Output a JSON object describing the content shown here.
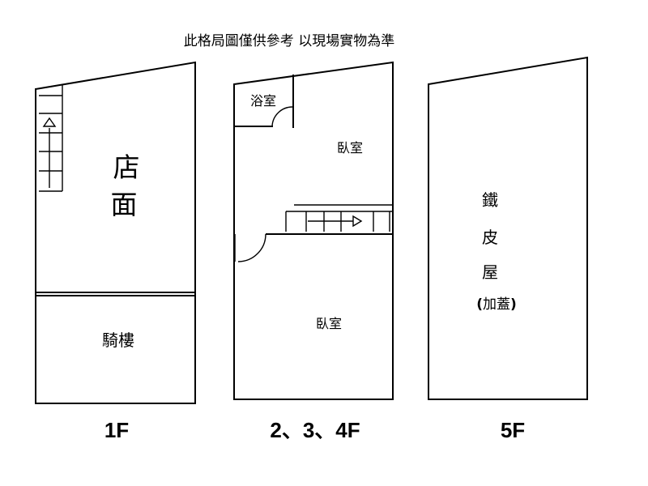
{
  "disclaimer": "此格局圖僅供參考 以現場實物為準",
  "floors": {
    "f1": {
      "label": "1F",
      "store_line1": "店",
      "store_line2": "面",
      "arcade": "騎樓"
    },
    "f234": {
      "label": "2、3、4F",
      "bathroom": "浴室",
      "bedroom_upper": "臥室",
      "bedroom_lower": "臥室"
    },
    "f5": {
      "label": "5F",
      "shed_line1": "鐵",
      "shed_line2": "皮",
      "shed_line3": "屋",
      "paren_open": "(",
      "note": "加蓋",
      "paren_close": ")"
    }
  }
}
